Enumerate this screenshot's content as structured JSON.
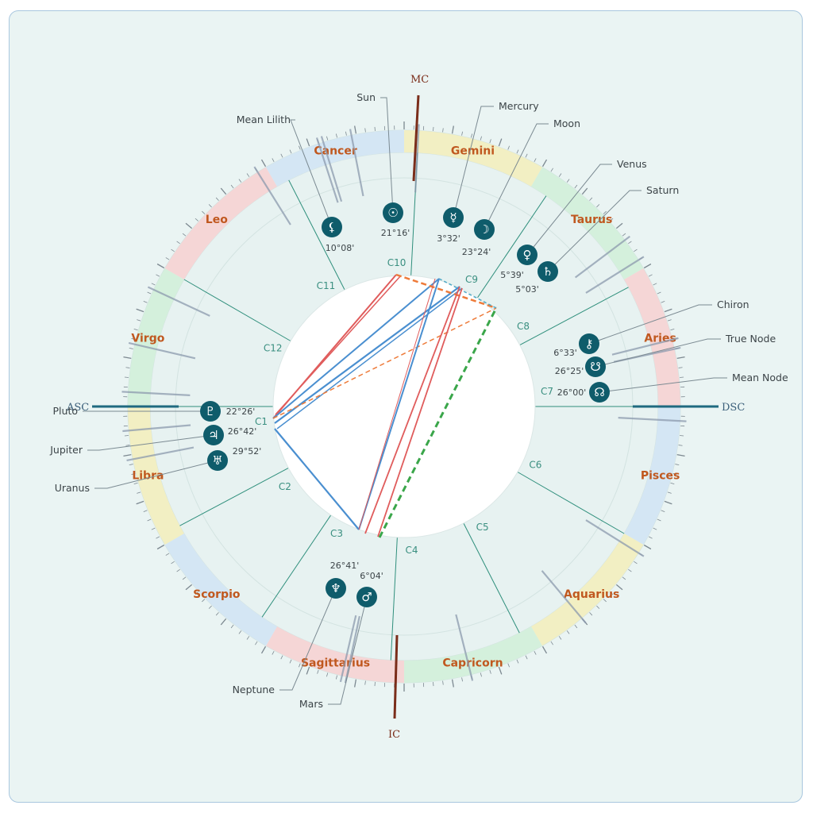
{
  "colors": {
    "fire": "#f5d6d6",
    "earth": "#d4f0dc",
    "air": "#f2efc3",
    "water": "#d4e6f4",
    "sign_text": "#c0581f",
    "house_line": "#2f8f7c",
    "planet_fill": "#0f5c6b",
    "aspect_red": "#e05c5c",
    "aspect_blue": "#4a8fd0",
    "aspect_orange": "#ee7b3a",
    "aspect_green": "#3aa64a",
    "mc_ic": "#7a2d1a",
    "asc_dsc": "#1f6a80"
  },
  "angles": {
    "mc": "MC",
    "ic": "IC",
    "asc": "ASC",
    "dsc": "DSC"
  },
  "signs": [
    {
      "name": "Pisces",
      "element": "water",
      "start": 180
    },
    {
      "name": "Aquarius",
      "element": "air",
      "start": 210
    },
    {
      "name": "Capricorn",
      "element": "earth",
      "start": 240
    },
    {
      "name": "Sagittarius",
      "element": "fire",
      "start": 270
    },
    {
      "name": "Scorpio",
      "element": "water",
      "start": 300
    },
    {
      "name": "Libra",
      "element": "air",
      "start": 330
    },
    {
      "name": "Virgo",
      "element": "earth",
      "start": 0
    },
    {
      "name": "Leo",
      "element": "fire",
      "start": 30
    },
    {
      "name": "Cancer",
      "element": "water",
      "start": 60
    },
    {
      "name": "Gemini",
      "element": "air",
      "start": 90
    },
    {
      "name": "Taurus",
      "element": "earth",
      "start": 120
    },
    {
      "name": "Aries",
      "element": "fire",
      "start": 150
    }
  ],
  "houses": [
    {
      "label": "C1",
      "angle": 0
    },
    {
      "label": "C2",
      "angle": 332
    },
    {
      "label": "C3",
      "angle": 304
    },
    {
      "label": "C4",
      "angle": 273
    },
    {
      "label": "C5",
      "angle": 243
    },
    {
      "label": "C6",
      "angle": 210
    },
    {
      "label": "C7",
      "angle": 180
    },
    {
      "label": "C8",
      "angle": 152
    },
    {
      "label": "C9",
      "angle": 124
    },
    {
      "label": "C10",
      "angle": 93
    },
    {
      "label": "C11",
      "angle": 63
    },
    {
      "label": "C12",
      "angle": 30
    }
  ],
  "planets": [
    {
      "name": "Sun",
      "symbol": "☉",
      "degree": "21°16'"
    },
    {
      "name": "Mercury",
      "symbol": "☿",
      "degree": "3°32'"
    },
    {
      "name": "Moon",
      "symbol": "☽",
      "degree": "23°24'"
    },
    {
      "name": "Mean Lilith",
      "symbol": "⚸",
      "degree": "10°08'"
    },
    {
      "name": "Venus",
      "symbol": "♀",
      "degree": "5°39'"
    },
    {
      "name": "Saturn",
      "symbol": "♄",
      "degree": "5°03'"
    },
    {
      "name": "Chiron",
      "symbol": "⚷",
      "degree": "6°33'"
    },
    {
      "name": "True Node",
      "symbol": "☋",
      "degree": "26°25'"
    },
    {
      "name": "Mean Node",
      "symbol": "☊",
      "degree": "26°00'"
    },
    {
      "name": "Pluto",
      "symbol": "♇",
      "degree": "22°26'"
    },
    {
      "name": "Jupiter",
      "symbol": "♃",
      "degree": "26°42'"
    },
    {
      "name": "Uranus",
      "symbol": "♅",
      "degree": "29°52'"
    },
    {
      "name": "Neptune",
      "symbol": "♆",
      "degree": "26°41'"
    },
    {
      "name": "Mars",
      "symbol": "♂",
      "degree": "6°04'"
    }
  ]
}
